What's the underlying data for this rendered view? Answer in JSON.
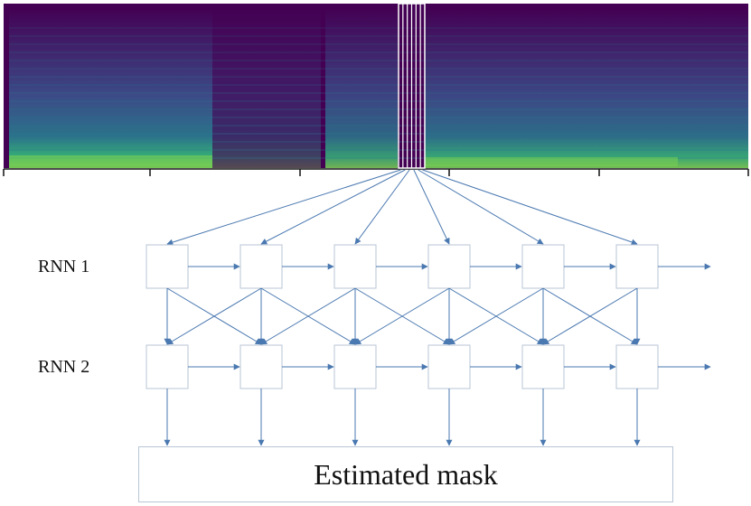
{
  "labels": {
    "rnn1": "RNN 1",
    "rnn2": "RNN 2",
    "output": "Estimated mask"
  },
  "diagram": {
    "layers": 2,
    "cells_per_layer": 6,
    "input_frames": 6,
    "connections": "each RNN 1 cell feeds the RNN 2 cell in its own column and in neighbouring columns; each RNN 2 cell feeds the estimated mask"
  },
  "colors": {
    "arrow": "#4a78b0",
    "cell_border": "#b8c6d6",
    "spectrogram_low": "#440154",
    "spectrogram_mid": "#2a788e",
    "spectrogram_high": "#7ad151",
    "window_frames": "#ffffff"
  }
}
